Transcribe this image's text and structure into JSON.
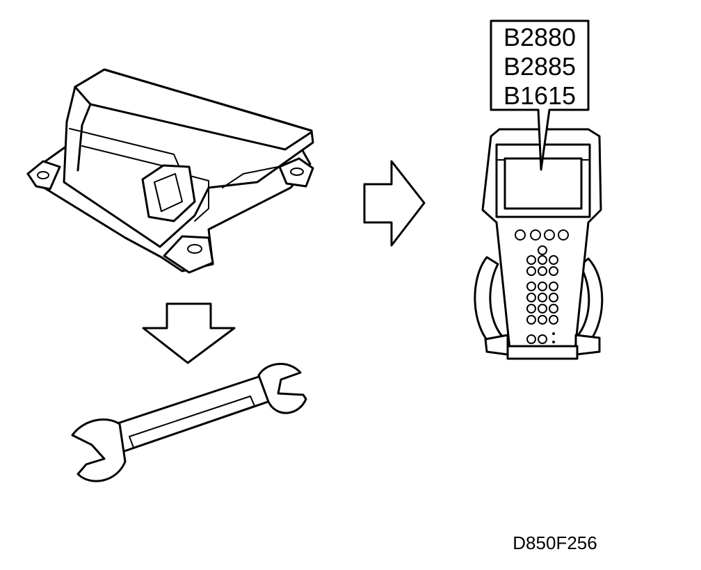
{
  "callout": {
    "codes": [
      "B2880",
      "B2885",
      "B1615"
    ]
  },
  "figure_id": "D850F256",
  "icons": {
    "module": "airbag-sensor-module-icon",
    "arrow_right": "arrow-right-icon",
    "arrow_down": "arrow-down-icon",
    "wrench": "wrench-icon",
    "scan_tool": "hand-held-tester-icon"
  }
}
